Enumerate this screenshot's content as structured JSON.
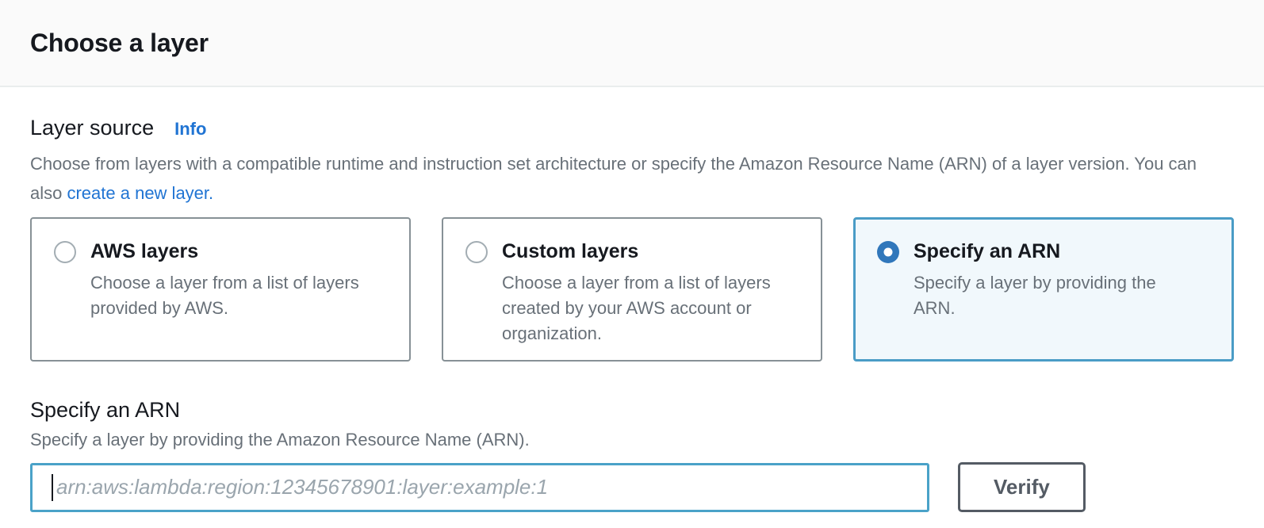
{
  "header": {
    "title": "Choose a layer"
  },
  "layer_source": {
    "label": "Layer source",
    "info_link": "Info",
    "description_before": "Choose from layers with a compatible runtime and instruction set architecture or specify the Amazon Resource Name (ARN) of a layer version. You can also ",
    "description_link": "create a new layer."
  },
  "options": [
    {
      "title": "AWS layers",
      "description": "Choose a layer from a list of layers provided by AWS.",
      "selected": false
    },
    {
      "title": "Custom layers",
      "description": "Choose a layer from a list of layers created by your AWS account or organization.",
      "selected": false
    },
    {
      "title": "Specify an ARN",
      "description": "Specify a layer by providing the ARN.",
      "selected": true
    }
  ],
  "arn_section": {
    "title": "Specify an ARN",
    "description": "Specify a layer by providing the Amazon Resource Name (ARN).",
    "input_value": "",
    "input_placeholder": "arn:aws:lambda:region:12345678901:layer:example:1",
    "verify_button": "Verify"
  },
  "colors": {
    "header_bg": "#fafafa",
    "divider": "#eaeded",
    "text_dark": "#16191f",
    "text_gray": "#687078",
    "link_blue": "#2074d3",
    "radio_selected_blue": "#3077bb",
    "selected_card_border": "#4a9cc6",
    "selected_card_bg": "#f1f8fc",
    "input_focus_border": "#4aa2c8",
    "placeholder_gray": "#9aa5ad",
    "button_border_gray": "#545b64"
  }
}
